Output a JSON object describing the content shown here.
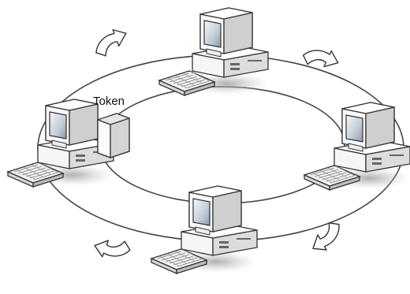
{
  "diagram": {
    "token_label": "Token",
    "nodes": [
      "top",
      "right",
      "bottom",
      "left"
    ],
    "icons": {
      "computer": "desktop-computer-icon",
      "rotation_arrow": "curved-arrow-icon",
      "token": "token-packet-icon"
    },
    "colors": {
      "outline": "#333333",
      "screen": "#a9b8c7",
      "screen_light": "#e3e9ef",
      "case_light": "#fbfbfb",
      "case_dark": "#cfcfcf",
      "shadow": "#bdbdbd"
    }
  }
}
